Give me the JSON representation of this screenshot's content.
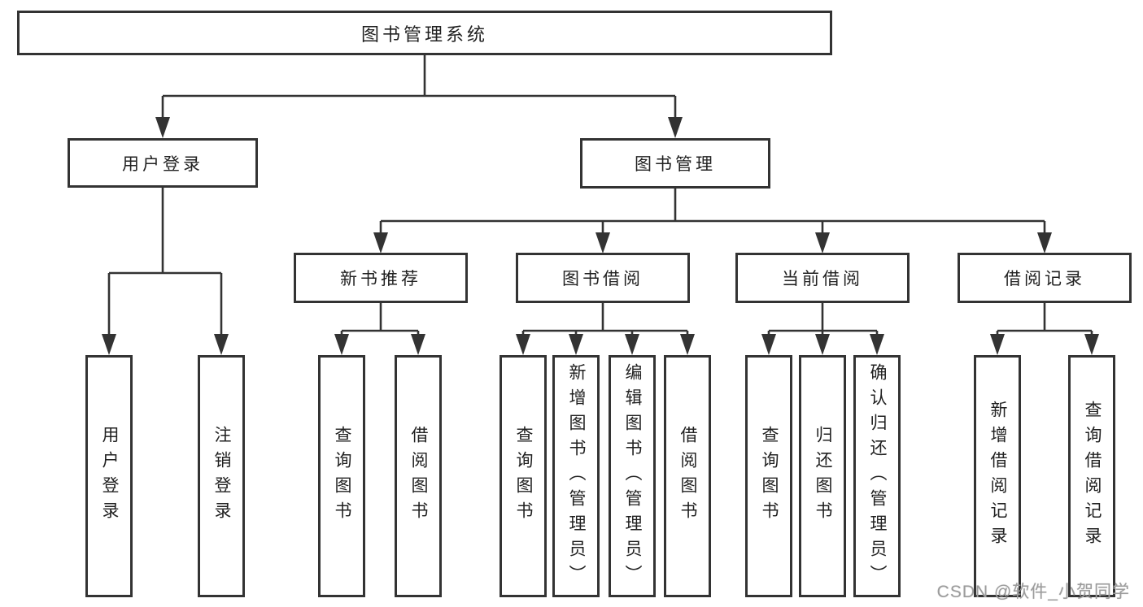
{
  "colors": {
    "background": "#ffffff",
    "box_border": "#333333",
    "line_color": "#333333",
    "text_color": "#212121",
    "watermark_color": "#9c9c9c"
  },
  "watermark": "CSDN @软件_小贺同学",
  "tree": {
    "label": "图书管理系统",
    "children": [
      {
        "label": "用户登录",
        "children": [
          {
            "label": "用户登录"
          },
          {
            "label": "注销登录"
          }
        ]
      },
      {
        "label": "图书管理",
        "children": [
          {
            "label": "新书推荐",
            "children": [
              {
                "label": "查询图书"
              },
              {
                "label": "借阅图书"
              }
            ]
          },
          {
            "label": "图书借阅",
            "children": [
              {
                "label": "查询图书"
              },
              {
                "label": "新增图书（管理员）"
              },
              {
                "label": "编辑图书（管理员）"
              },
              {
                "label": "借阅图书"
              }
            ]
          },
          {
            "label": "当前借阅",
            "children": [
              {
                "label": "查询图书"
              },
              {
                "label": "归还图书"
              },
              {
                "label": "确认归还（管理员）"
              }
            ]
          },
          {
            "label": "借阅记录",
            "children": [
              {
                "label": "新增借阅记录"
              },
              {
                "label": "查询借阅记录"
              }
            ]
          }
        ]
      }
    ]
  }
}
